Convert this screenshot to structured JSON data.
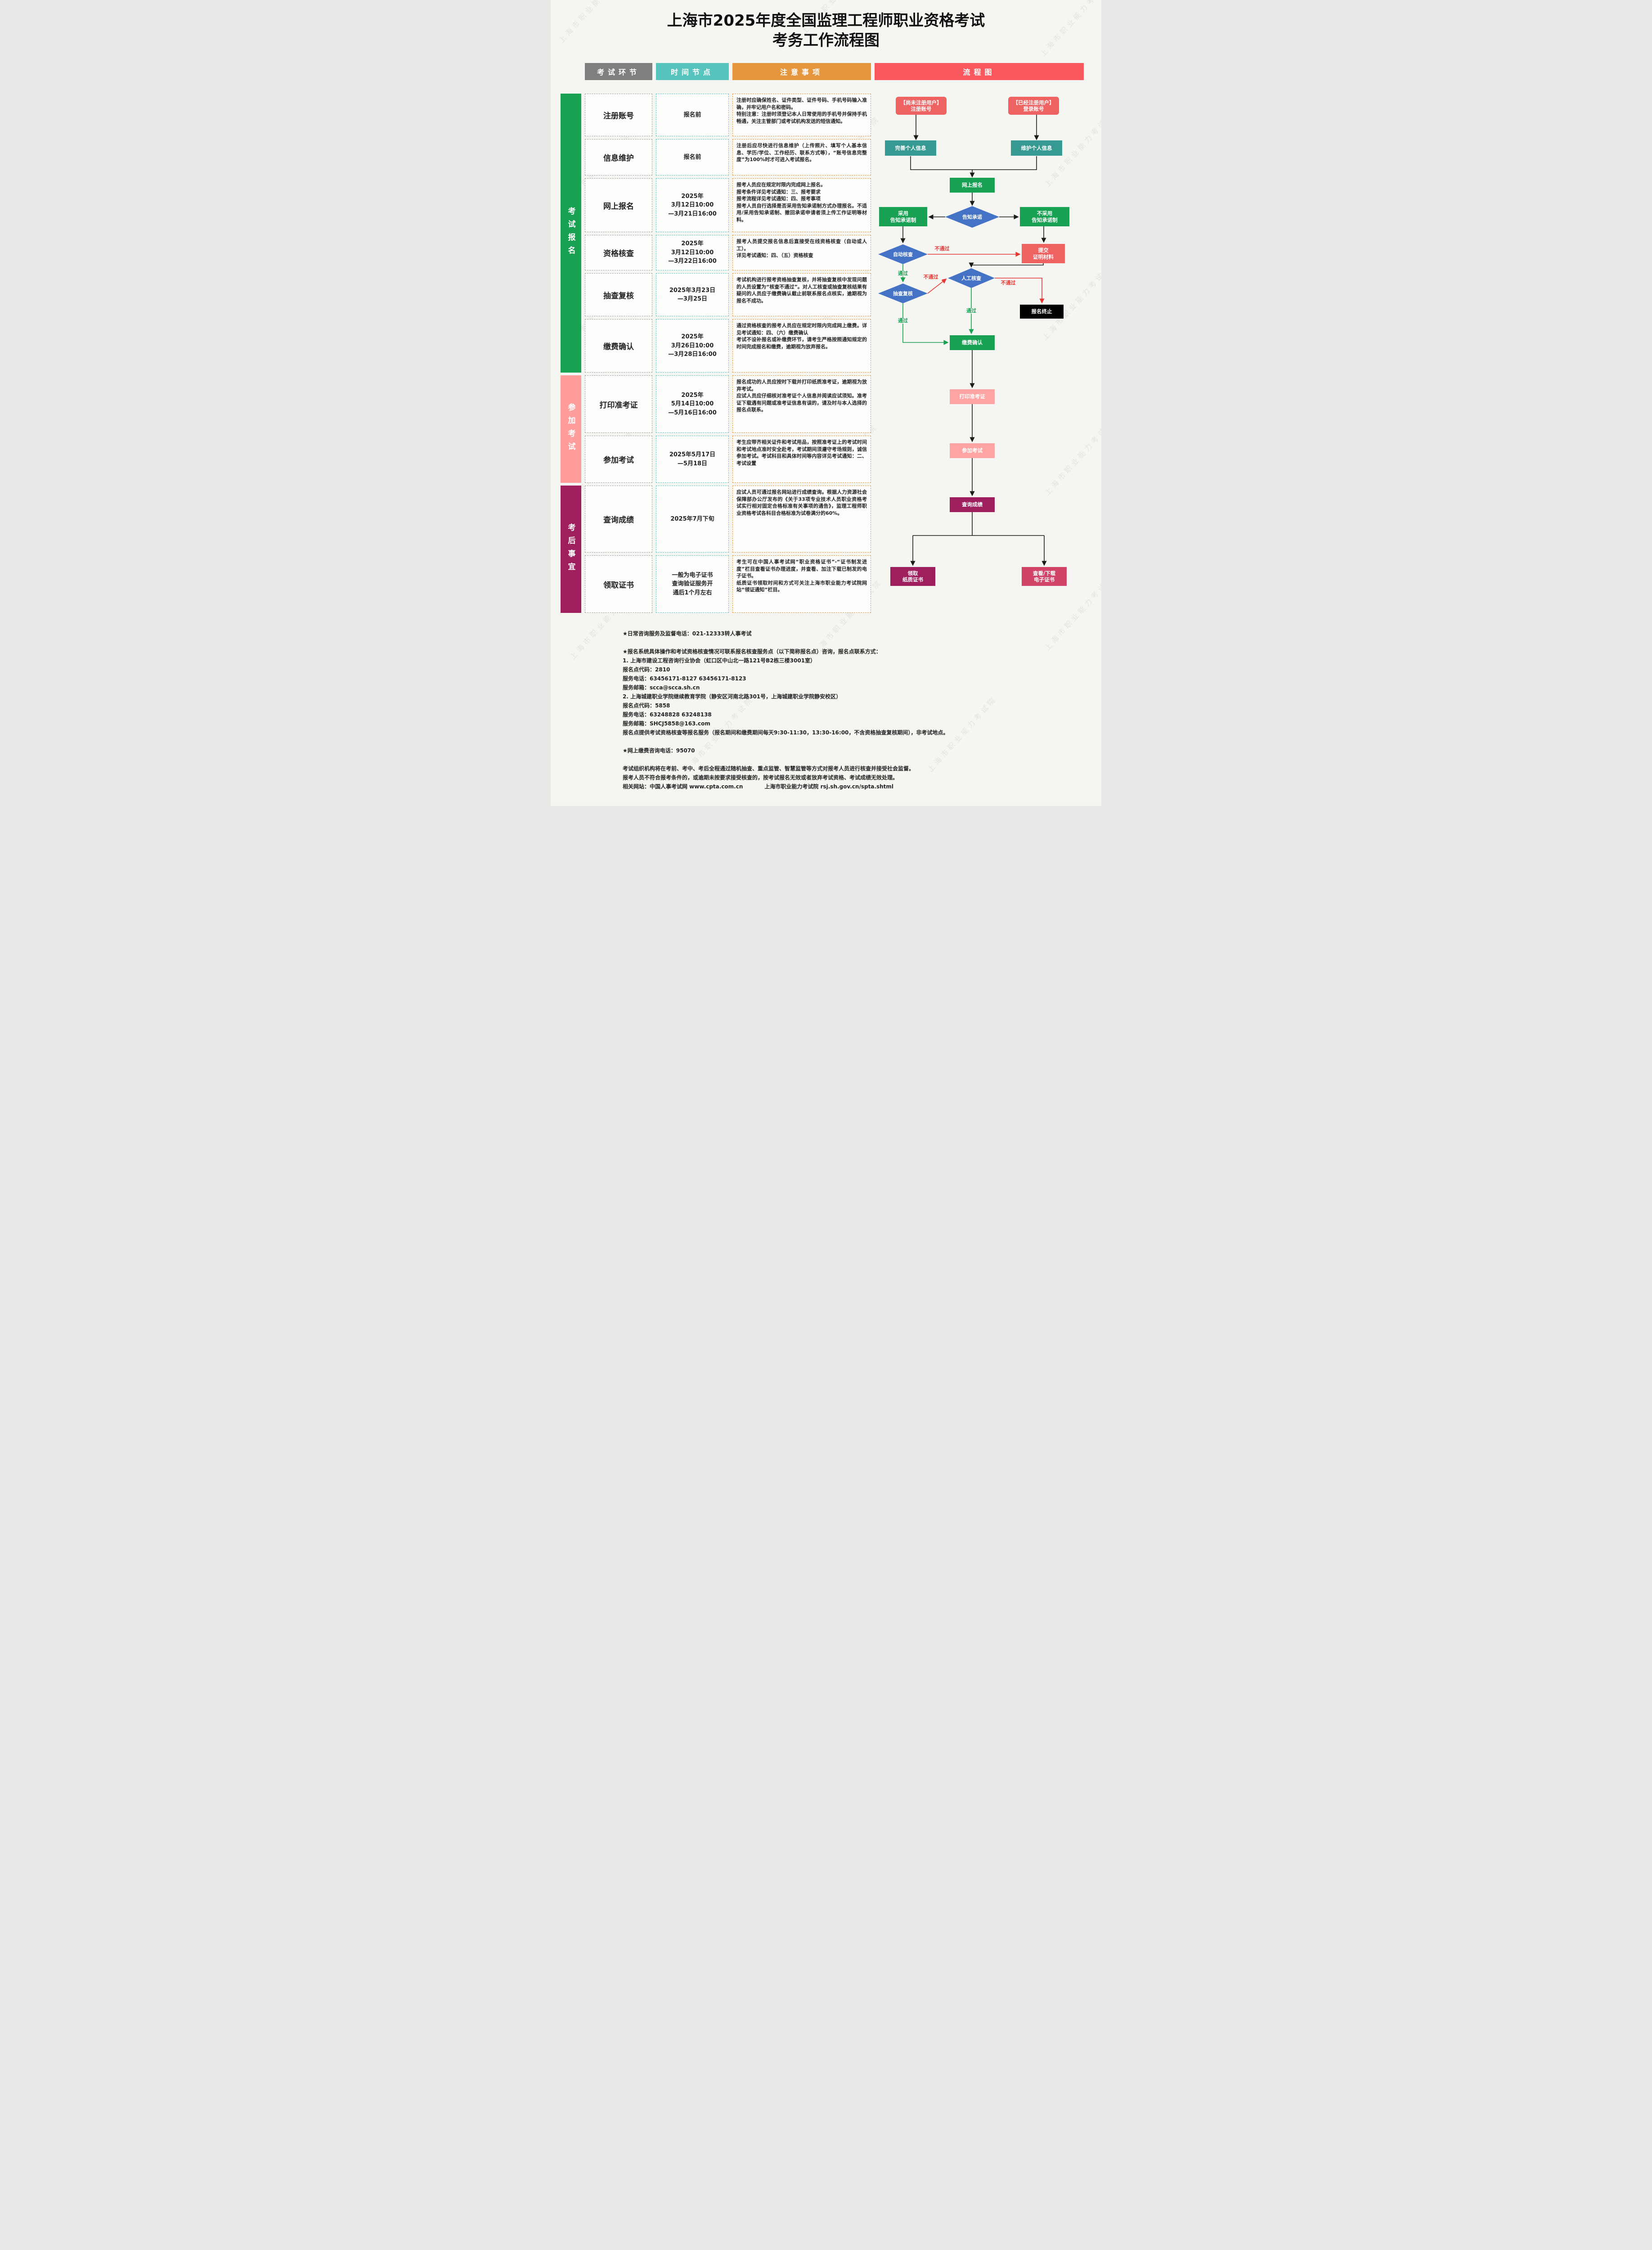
{
  "title": {
    "line1": "上海市2025年度全国监理工程师职业资格考试",
    "line2": "考务工作流程图"
  },
  "headers": {
    "step": "考试环节",
    "time": "时间节点",
    "notes": "注意事项",
    "flow": "流程图"
  },
  "phases": [
    {
      "label": "考试报名"
    },
    {
      "label": "参加考试"
    },
    {
      "label": "考后事宜"
    }
  ],
  "rows": [
    {
      "step": "注册账号",
      "time": "报名前",
      "notes": "注册时应确保姓名、证件类型、证件号码、手机号码输入准确，并牢记用户名和密码。\n特别注意：注册时须登记本人日常使用的手机号并保持手机畅通，关注主管部门或考试机构发送的短信通知。"
    },
    {
      "step": "信息维护",
      "time": "报名前",
      "notes": "注册后应尽快进行信息维护（上传照片、填写个人基本信息、学历/学位、工作经历、联系方式等），“账号信息完整度”为100%时才可进入考试报名。"
    },
    {
      "step": "网上报名",
      "time": "2025年\n3月12日10:00\n—3月21日16:00",
      "notes": "报考人员应在规定时限内完成网上报名。\n报考条件详见考试通知：三、报考要求\n报考流程详见考试通知：四、报考事项\n报考人员自行选择是否采用告知承诺制方式办理报名。不适用/采用告知承诺制、撤回承诺申请者须上传工作证明等材料。"
    },
    {
      "step": "资格核查",
      "time": "2025年\n3月12日10:00\n—3月22日16:00",
      "notes": "报考人员提交报名信息后直接受在线资格核查（自动或人工）。\n详见考试通知：四、（五）资格核查"
    },
    {
      "step": "抽查复核",
      "time": "2025年3月23日\n—3月25日",
      "notes": "考试机构进行报考资格抽查复核，并将抽查复核中发现问题的人员设置为“核查不通过”。对人工核查或抽查复核结果有疑问的人员应于缴费确认截止前联系报名点核实，逾期视为报名不成功。"
    },
    {
      "step": "缴费确认",
      "time": "2025年\n3月26日10:00\n—3月28日16:00",
      "notes": "通过资格核查的报考人员应在规定时限内完成网上缴费。详见考试通知：四、（六）缴费确认\n考试不设补报名或补缴费环节，请考生严格按照通知规定的时间完成报名和缴费，逾期视为放弃报名。"
    },
    {
      "step": "打印准考证",
      "time": "2025年\n5月14日10:00\n—5月16日16:00",
      "notes": "报名成功的人员应按时下载并打印纸质准考证，逾期视为放弃考试。\n应试人员应仔细核对准考证个人信息并阅读应试须知。准考证下载遇有问题或准考证信息有误的，请及时与本人选择的报名点联系。"
    },
    {
      "step": "参加考试",
      "time": "2025年5月17日\n—5月18日",
      "notes": "考生应带齐相关证件和考试用品，按照准考证上的考试时间和考试地点准时安全赴考，考试期间须遵守考场规则，诚信参加考试。考试科目和具体时间等内容详见考试通知：二、考试设置"
    },
    {
      "step": "查询成绩",
      "time": "2025年7月下旬",
      "notes": "应试人员可通过报名网站进行成绩查询。根据人力资源社会保障部办公厅发布的《关于33项专业技术人员职业资格考试实行相对固定合格标准有关事项的通告》，监理工程师职业资格考试各科目合格标准为试卷满分的60%。"
    },
    {
      "step": "领取证书",
      "time": "一般为电子证书\n查询验证服务开\n通后1个月左右",
      "notes": "考生可在中国人事考试网“职业资格证书”-“证书制发进度”栏目查看证书办理进度，并查看、加注下载已制发的电子证书。\n纸质证书领取时间和方式可关注上海市职业能力考试院网站“领证通知”栏目。"
    }
  ],
  "flow": {
    "nodes": {
      "register_new": "【尚未注册用户】\n注册账号",
      "register_existing": "【已经注册用户】\n登录账号",
      "complete_info": "完善个人信息",
      "maintain_info": "维护个人信息",
      "online_register": "网上报名",
      "promise": "告知承诺",
      "adopt_promise": "采用\n告知承诺制",
      "not_adopt_promise": "不采用\n告知承诺制",
      "auto_check": "自动核查",
      "submit_materials": "提交\n证明材料",
      "manual_check": "人工核查",
      "spot_check": "抽查复核",
      "terminate": "报名终止",
      "pay_confirm": "缴费确认",
      "print_ticket": "打印准考证",
      "take_exam": "参加考试",
      "query_score": "查询成绩",
      "paper_cert": "领取\n纸质证书",
      "e_cert": "查看/下载\n电子证书"
    },
    "labels": {
      "pass": "通过",
      "fail": "不通过"
    },
    "colors": {
      "red_node": "#ef6262",
      "teal_node": "#369a93",
      "green_node": "#18a053",
      "diamond_blue": "#4472c4",
      "pink_node": "#ffa3a3",
      "maroon_node": "#9e1e5e",
      "crimson_node": "#d14468",
      "terminate_black": "#000000",
      "pass_green": "#18a053",
      "fail_red": "#e53935"
    }
  },
  "footer": {
    "lines": [
      "★日常咨询服务及监督电话：021-12333转人事考试",
      "",
      "★报名系统具体操作和考试资格核查情况可联系报名核查服务点（以下简称报名点）咨询，报名点联系方式：",
      "1.  上海市建设工程咨询行业协会（虹口区中山北一路121号B2栋三楼3001室）",
      "报名点代码：2810",
      "服务电话：63456171-8127  63456171-8123",
      "服务邮箱：scca@scca.sh.cn",
      "2.  上海城建职业学院继续教育学院（静安区河南北路301号，上海城建职业学院静安校区）",
      "报名点代码：5858",
      "服务电话：63248828  63248138",
      "服务邮箱：SHCJ5858@163.com",
      "报名点提供考试资格核查等报名服务（报名期间和缴费期间每天9:30-11:30，13:30-16:00，不含资格抽查复核期间），非考试地点。",
      "",
      "★网上缴费咨询电话：95070",
      "",
      "考试组织机构将在考前、考中、考后全程通过随机抽查、重点监管、智慧监管等方式对报考人员进行核查并接受社会监督。",
      "报考人员不符合报考条件的，或逾期未按要求接受核查的，按考试报名无效或者放弃考试资格、考试成绩无效处理。",
      "相关网站：中国人事考试网 www.cpta.com.cn　　　　上海市职业能力考试院 rsj.sh.gov.cn/spta.shtml"
    ]
  },
  "watermark": {
    "text": "上海市职业能力考试院"
  }
}
